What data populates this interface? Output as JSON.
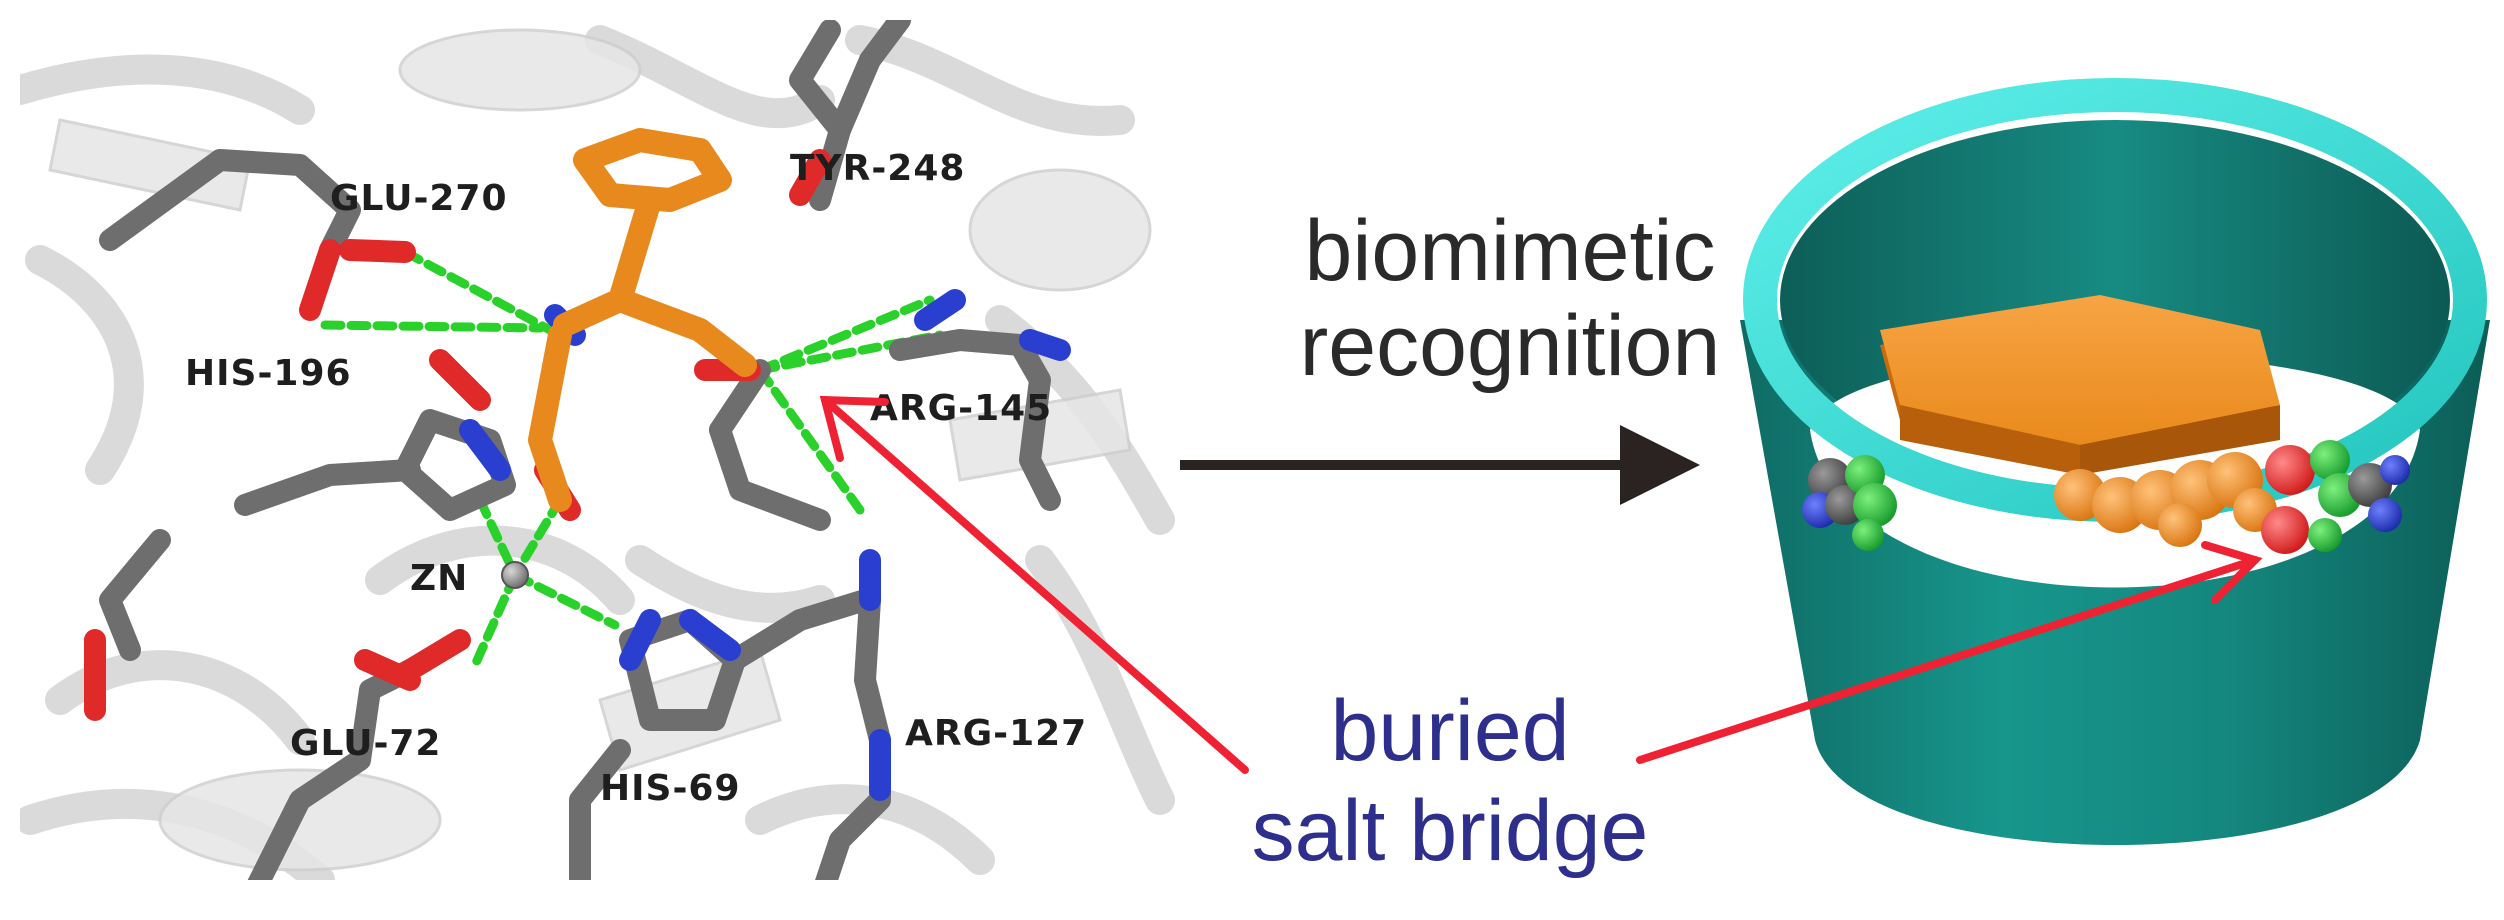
{
  "residues": {
    "tyr248": "TYR-248",
    "glu270": "GLU-270",
    "his196": "HIS-196",
    "arg145": "ARG-145",
    "zn": "ZN",
    "glu72": "GLU-72",
    "arg127": "ARG-127",
    "his69": "HIS-69"
  },
  "captions": {
    "biomimetic_line1": "biomimetic",
    "biomimetic_line2": "recognition",
    "buried_line1": "buried",
    "buried_line2": "salt bridge"
  },
  "colors": {
    "stick_gray": "#6e6e6e",
    "ligand_orange": "#e8891e",
    "oxygen_red": "#e02a2a",
    "nitrogen_blue": "#2a3fd0",
    "hbond_green": "#2ad12a",
    "tube_cyan": "#2fd2cc",
    "tube_dark": "#137a72",
    "arrow_red": "#ee2233",
    "caption_blue": "#2e2f8c"
  }
}
